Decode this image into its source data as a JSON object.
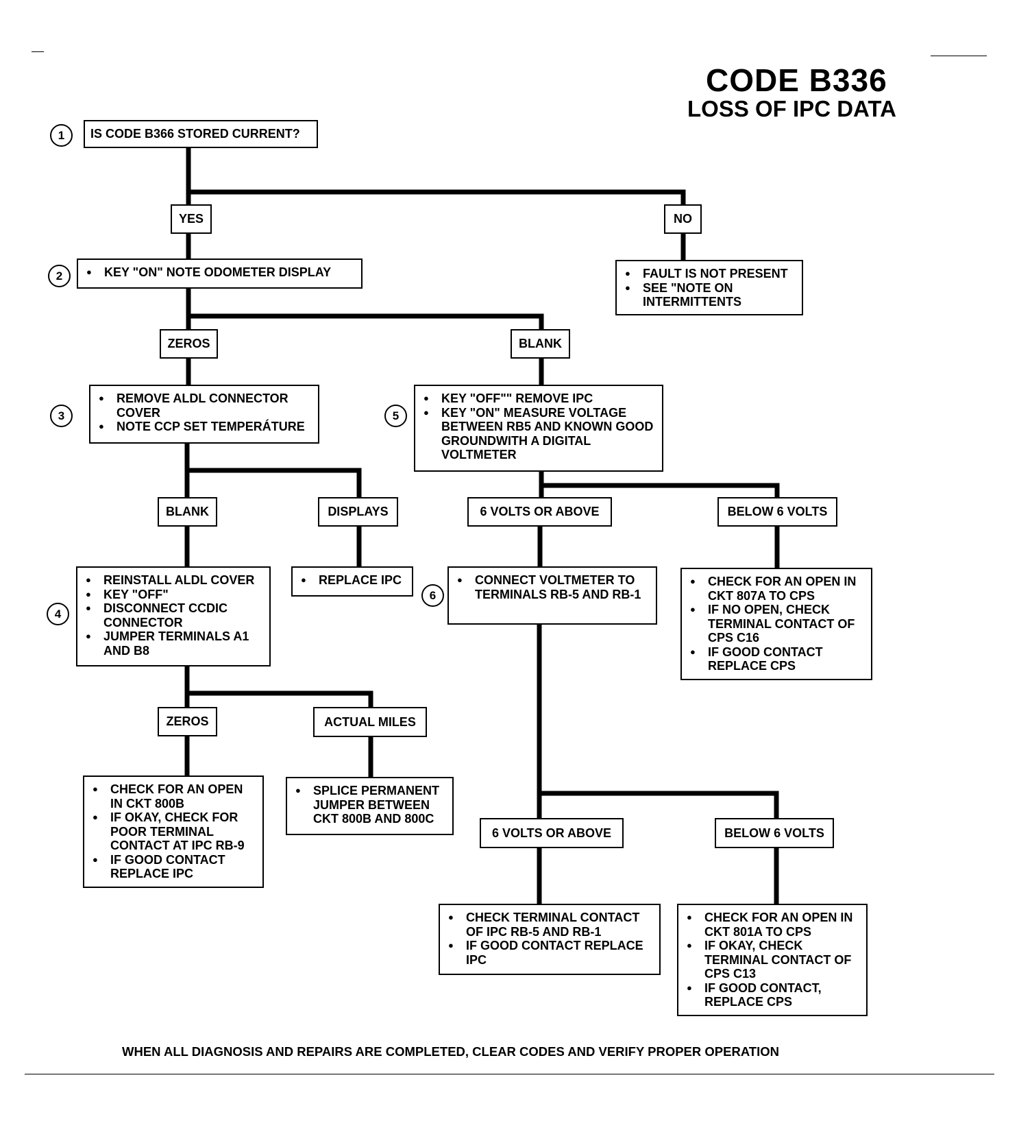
{
  "title": "CODE B336",
  "subtitle": "LOSS OF IPC DATA",
  "steps": [
    "1",
    "2",
    "3",
    "4",
    "5",
    "6"
  ],
  "q1": "IS CODE B366 STORED CURRENT?",
  "labels": {
    "yes": "YES",
    "no": "NO",
    "zeros": "ZEROS",
    "blank": "BLANK",
    "blank2": "BLANK",
    "displays": "DISPLAYS",
    "zeros2": "ZEROS",
    "actual_miles": "ACTUAL MILES",
    "six_above_1": "6 VOLTS OR ABOVE",
    "below_six_1": "BELOW 6 VOLTS",
    "six_above_2": "6 VOLTS OR ABOVE",
    "below_six_2": "BELOW 6 VOLTS"
  },
  "boxes": {
    "no_result": [
      "FAULT IS NOT PRESENT",
      "SEE \"NOTE ON INTERMITTENTS"
    ],
    "step2": [
      "KEY \"ON\" NOTE ODOMETER DISPLAY"
    ],
    "step3": [
      "REMOVE ALDL CONNECTOR COVER",
      "NOTE CCP SET TEMPERÁTURE"
    ],
    "step5": [
      "KEY \"OFF\"\" REMOVE IPC",
      "KEY \"ON\" MEASURE VOLTAGE BETWEEN RB5 AND KNOWN GOOD GROUNDWITH A DIGITAL VOLTMETER"
    ],
    "step4": [
      "REINSTALL ALDL COVER",
      "KEY \"OFF\"",
      "DISCONNECT CCDIC CONNECTOR",
      "JUMPER TERMINALS A1 AND B8"
    ],
    "replace_ipc": [
      "REPLACE IPC"
    ],
    "step6": [
      "CONNECT VOLTMETER TO TERMINALS RB-5 AND RB-1"
    ],
    "check_807a": [
      "CHECK FOR AN OPEN IN CKT 807A TO CPS",
      "IF NO OPEN, CHECK TERMINAL CONTACT OF CPS C16",
      "IF GOOD CONTACT REPLACE CPS"
    ],
    "check_800b": [
      "CHECK FOR AN OPEN IN CKT 800B",
      "IF OKAY, CHECK FOR POOR TERMINAL CONTACT AT IPC RB-9",
      "IF GOOD CONTACT REPLACE IPC"
    ],
    "splice": [
      "SPLICE PERMANENT JUMPER BETWEEN CKT 800B AND 800C"
    ],
    "check_rb5": [
      "CHECK TERMINAL CONTACT OF IPC RB-5 AND RB-1",
      "IF GOOD CONTACT REPLACE IPC"
    ],
    "check_801a": [
      "CHECK FOR AN OPEN IN CKT 801A TO CPS",
      "IF OKAY, CHECK TERMINAL CONTACT OF CPS C13",
      "IF GOOD CONTACT, REPLACE CPS"
    ]
  },
  "footer": "WHEN ALL DIAGNOSIS AND REPAIRS ARE COMPLETED, CLEAR CODES AND  VERIFY PROPER OPERATION"
}
